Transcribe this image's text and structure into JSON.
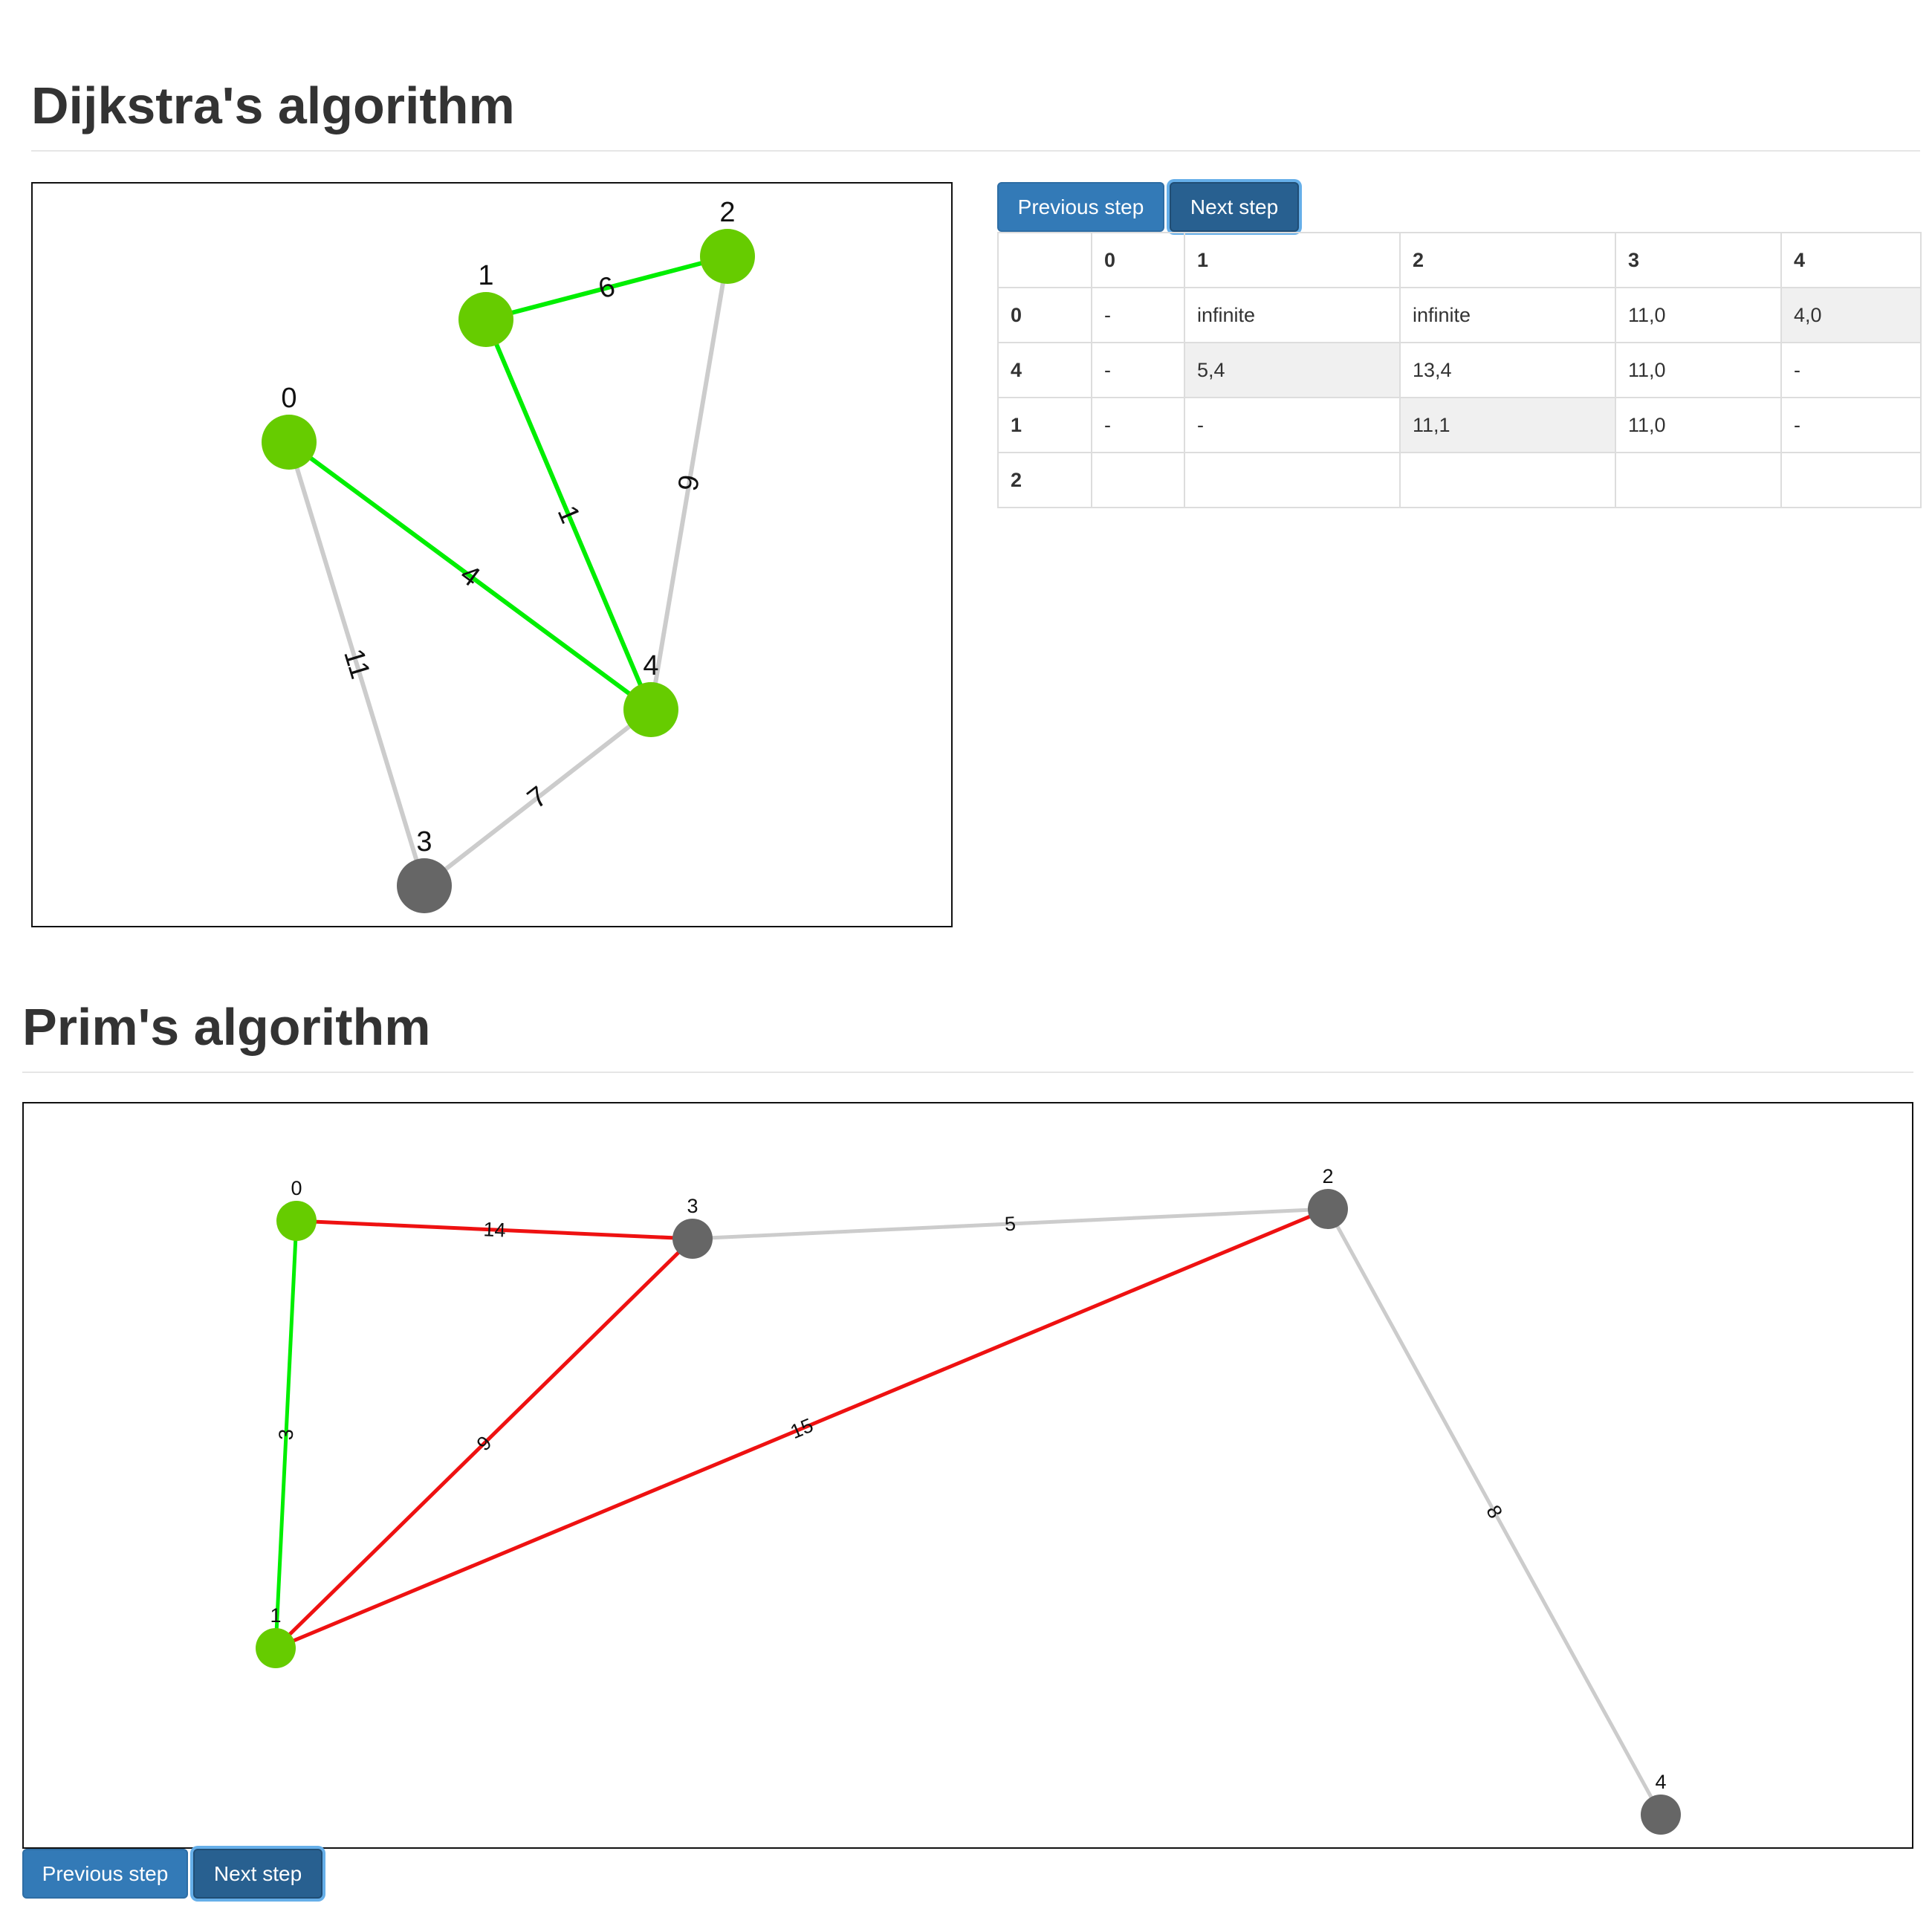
{
  "dijkstra": {
    "title": "Dijkstra's algorithm",
    "prev_label": "Previous step",
    "next_label": "Next step",
    "table": {
      "columns": [
        "",
        "0",
        "1",
        "2",
        "3",
        "4"
      ],
      "rows": [
        {
          "head": "0",
          "cells": [
            "-",
            "infinite",
            "infinite",
            "11,0",
            "4,0"
          ],
          "highlight": [
            false,
            false,
            false,
            false,
            true
          ]
        },
        {
          "head": "4",
          "cells": [
            "-",
            "5,4",
            "13,4",
            "11,0",
            "-"
          ],
          "highlight": [
            false,
            true,
            false,
            false,
            false
          ]
        },
        {
          "head": "1",
          "cells": [
            "-",
            "-",
            "11,1",
            "11,0",
            "-"
          ],
          "highlight": [
            false,
            false,
            true,
            false,
            false
          ]
        },
        {
          "head": "2",
          "cells": [
            "",
            "",
            "",
            "",
            ""
          ],
          "highlight": [
            false,
            false,
            false,
            false,
            false
          ]
        }
      ]
    },
    "graph": {
      "colors": {
        "visited": "#66cc00",
        "unvisited": "#666666",
        "tree_edge": "#00ee00",
        "edge": "#cccccc"
      },
      "nodes": [
        {
          "id": "0",
          "state": "visited"
        },
        {
          "id": "1",
          "state": "visited"
        },
        {
          "id": "2",
          "state": "visited"
        },
        {
          "id": "3",
          "state": "unvisited"
        },
        {
          "id": "4",
          "state": "visited"
        }
      ],
      "edges": [
        {
          "from": "0",
          "to": "4",
          "weight": "4",
          "state": "tree"
        },
        {
          "from": "4",
          "to": "1",
          "weight": "1",
          "state": "tree"
        },
        {
          "from": "1",
          "to": "2",
          "weight": "6",
          "state": "tree"
        },
        {
          "from": "2",
          "to": "4",
          "weight": "9",
          "state": "normal"
        },
        {
          "from": "0",
          "to": "3",
          "weight": "11",
          "state": "normal"
        },
        {
          "from": "3",
          "to": "4",
          "weight": "7",
          "state": "normal"
        }
      ]
    }
  },
  "prim": {
    "title": "Prim's algorithm",
    "prev_label": "Previous step",
    "next_label": "Next step",
    "graph": {
      "colors": {
        "visited": "#66cc00",
        "unvisited": "#666666",
        "tree_edge": "#00ee00",
        "candidate_edge": "#ee1111",
        "edge": "#cccccc"
      },
      "nodes": [
        {
          "id": "0",
          "state": "visited"
        },
        {
          "id": "1",
          "state": "visited"
        },
        {
          "id": "2",
          "state": "unvisited"
        },
        {
          "id": "3",
          "state": "unvisited"
        },
        {
          "id": "4",
          "state": "unvisited"
        }
      ],
      "edges": [
        {
          "from": "0",
          "to": "1",
          "weight": "3",
          "state": "tree"
        },
        {
          "from": "0",
          "to": "3",
          "weight": "14",
          "state": "candidate"
        },
        {
          "from": "1",
          "to": "3",
          "weight": "9",
          "state": "candidate"
        },
        {
          "from": "1",
          "to": "2",
          "weight": "15",
          "state": "candidate"
        },
        {
          "from": "3",
          "to": "2",
          "weight": "5",
          "state": "normal"
        },
        {
          "from": "2",
          "to": "4",
          "weight": "8",
          "state": "normal"
        }
      ]
    }
  }
}
